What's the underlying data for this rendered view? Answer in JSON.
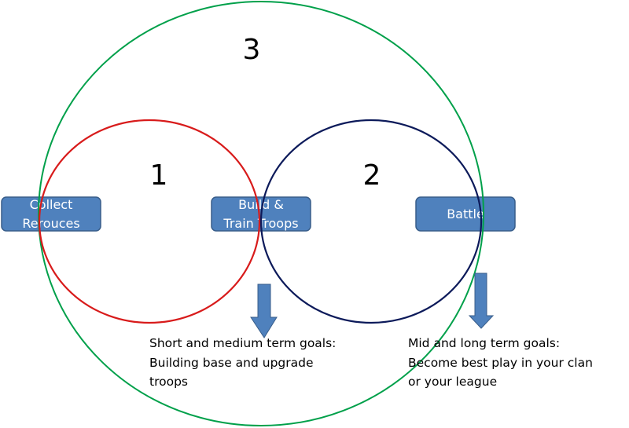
{
  "zones": {
    "outer_number": "3",
    "left_number": "1",
    "right_number": "2"
  },
  "boxes": {
    "collect": [
      "Collect",
      "Rerouces"
    ],
    "build": [
      "Build &",
      "Train Troops"
    ],
    "battle": [
      "Battle"
    ]
  },
  "goals": {
    "short": [
      "Short and medium term goals:",
      "Building base and upgrade",
      "troops"
    ],
    "long": [
      "Mid and long term goals:",
      "Become best play in your clan",
      "or your league"
    ]
  },
  "colors": {
    "outer_circle": "#00a04a",
    "left_circle": "#d81b1b",
    "right_circle": "#0c1a5a",
    "box_fill": "#4f81bd"
  }
}
